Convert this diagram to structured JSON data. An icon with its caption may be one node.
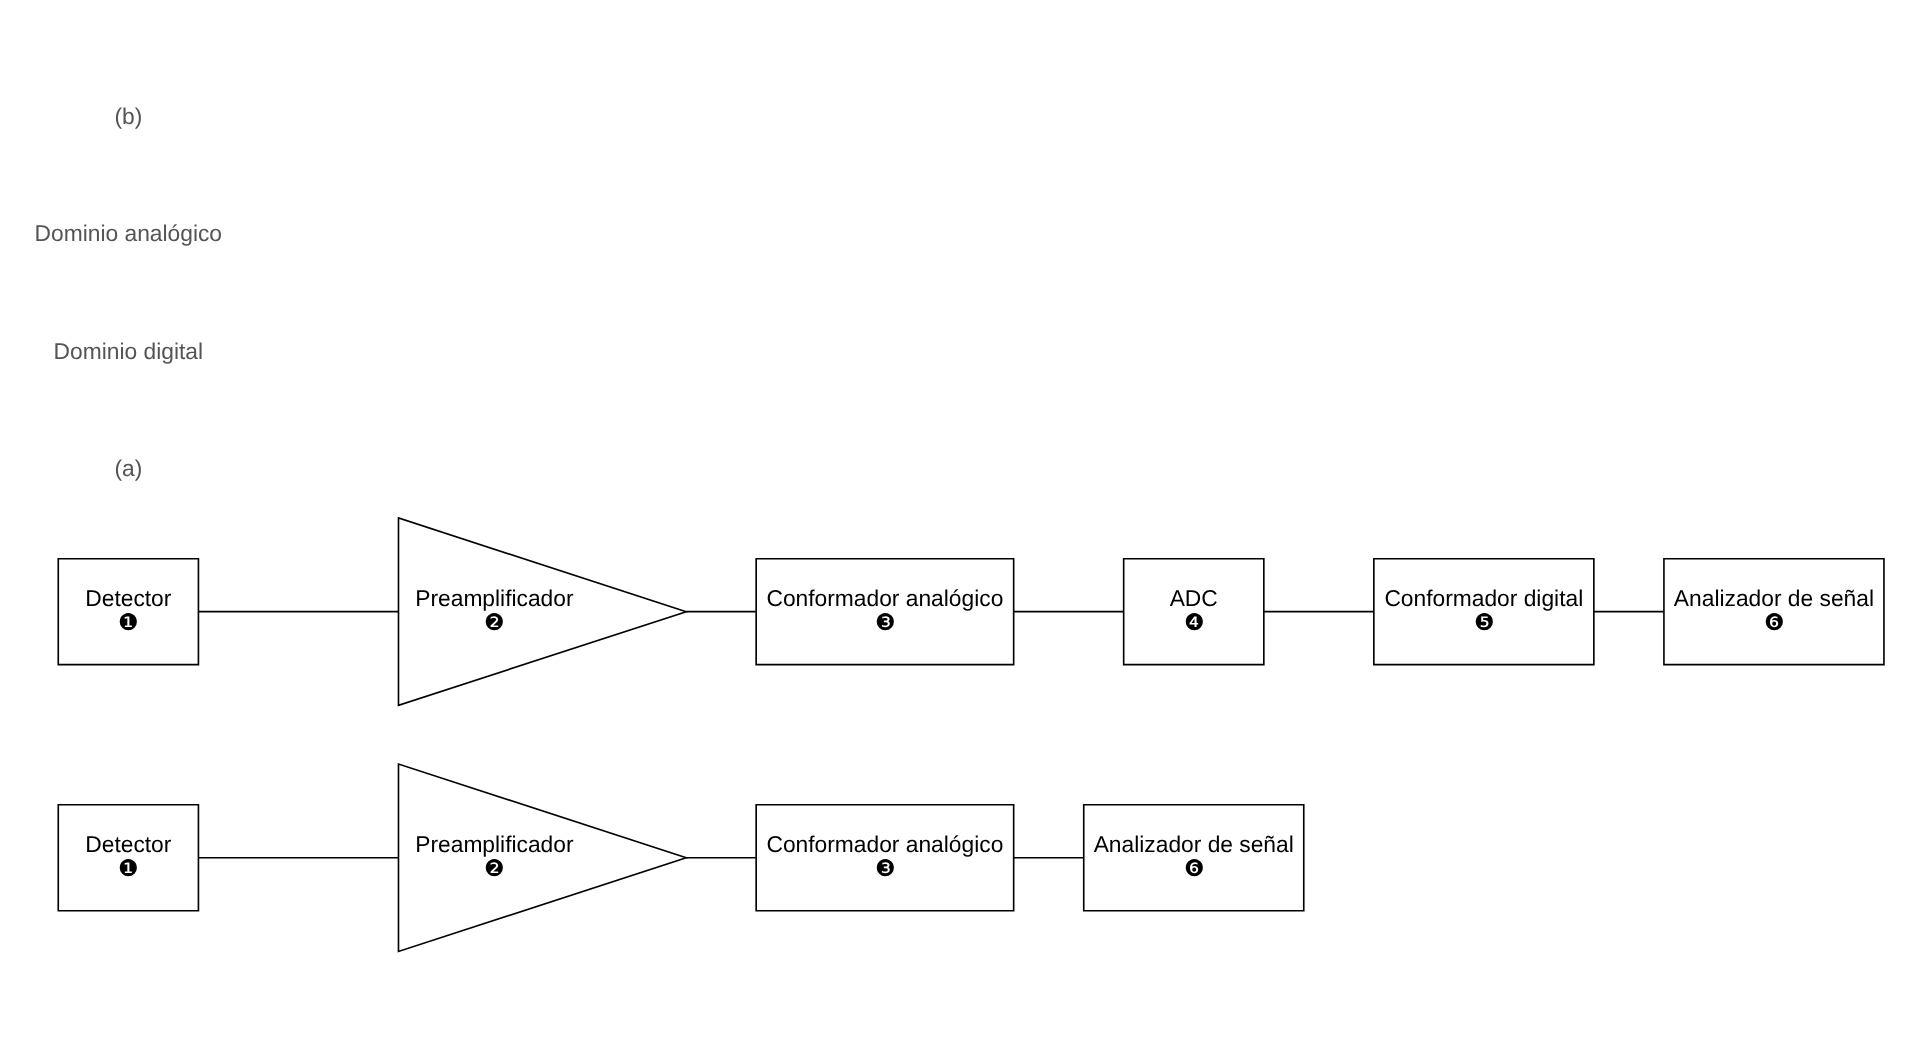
{
  "diagram": {
    "nodes": [
      {
        "text": [
          "Detector",
          "❶"
        ]
      },
      {
        "text": [
          "Preamplificador",
          "❷"
        ]
      },
      {
        "text": [
          "Conformador analógico",
          "❸"
        ]
      },
      {
        "text": [
          "Analizador de señal",
          "❻"
        ]
      },
      {
        "text": [
          "Detector",
          "❶"
        ]
      },
      {
        "text": [
          "Preamplificador",
          "❷"
        ]
      },
      {
        "text": [
          "Conformador analógico",
          "❸"
        ]
      },
      {
        "text": [
          "ADC",
          "❹"
        ]
      },
      {
        "text": [
          "Conformador digital",
          "❺"
        ]
      },
      {
        "text": [
          "Analizador de señal",
          "❻"
        ]
      }
    ],
    "edges": [
      {
        "from": 0,
        "to": 1,
        "arrow": "none"
      },
      {
        "from": 1,
        "to": 2,
        "arrow": "none"
      },
      {
        "from": 2,
        "to": 3,
        "arrow": "none"
      },
      {
        "from": 4,
        "to": 5,
        "arrow": "none"
      },
      {
        "from": 5,
        "to": 6,
        "arrow": "none"
      },
      {
        "from": 6,
        "to": 7,
        "arrow": "none"
      },
      {
        "from": 7,
        "to": 8,
        "arrow": "none"
      },
      {
        "from": 8,
        "to": 9,
        "arrow": "none"
      }
    ],
    "labels": [
      "(a)",
      "Dominio digital",
      "Dominio analógico",
      "(b)"
    ]
  }
}
